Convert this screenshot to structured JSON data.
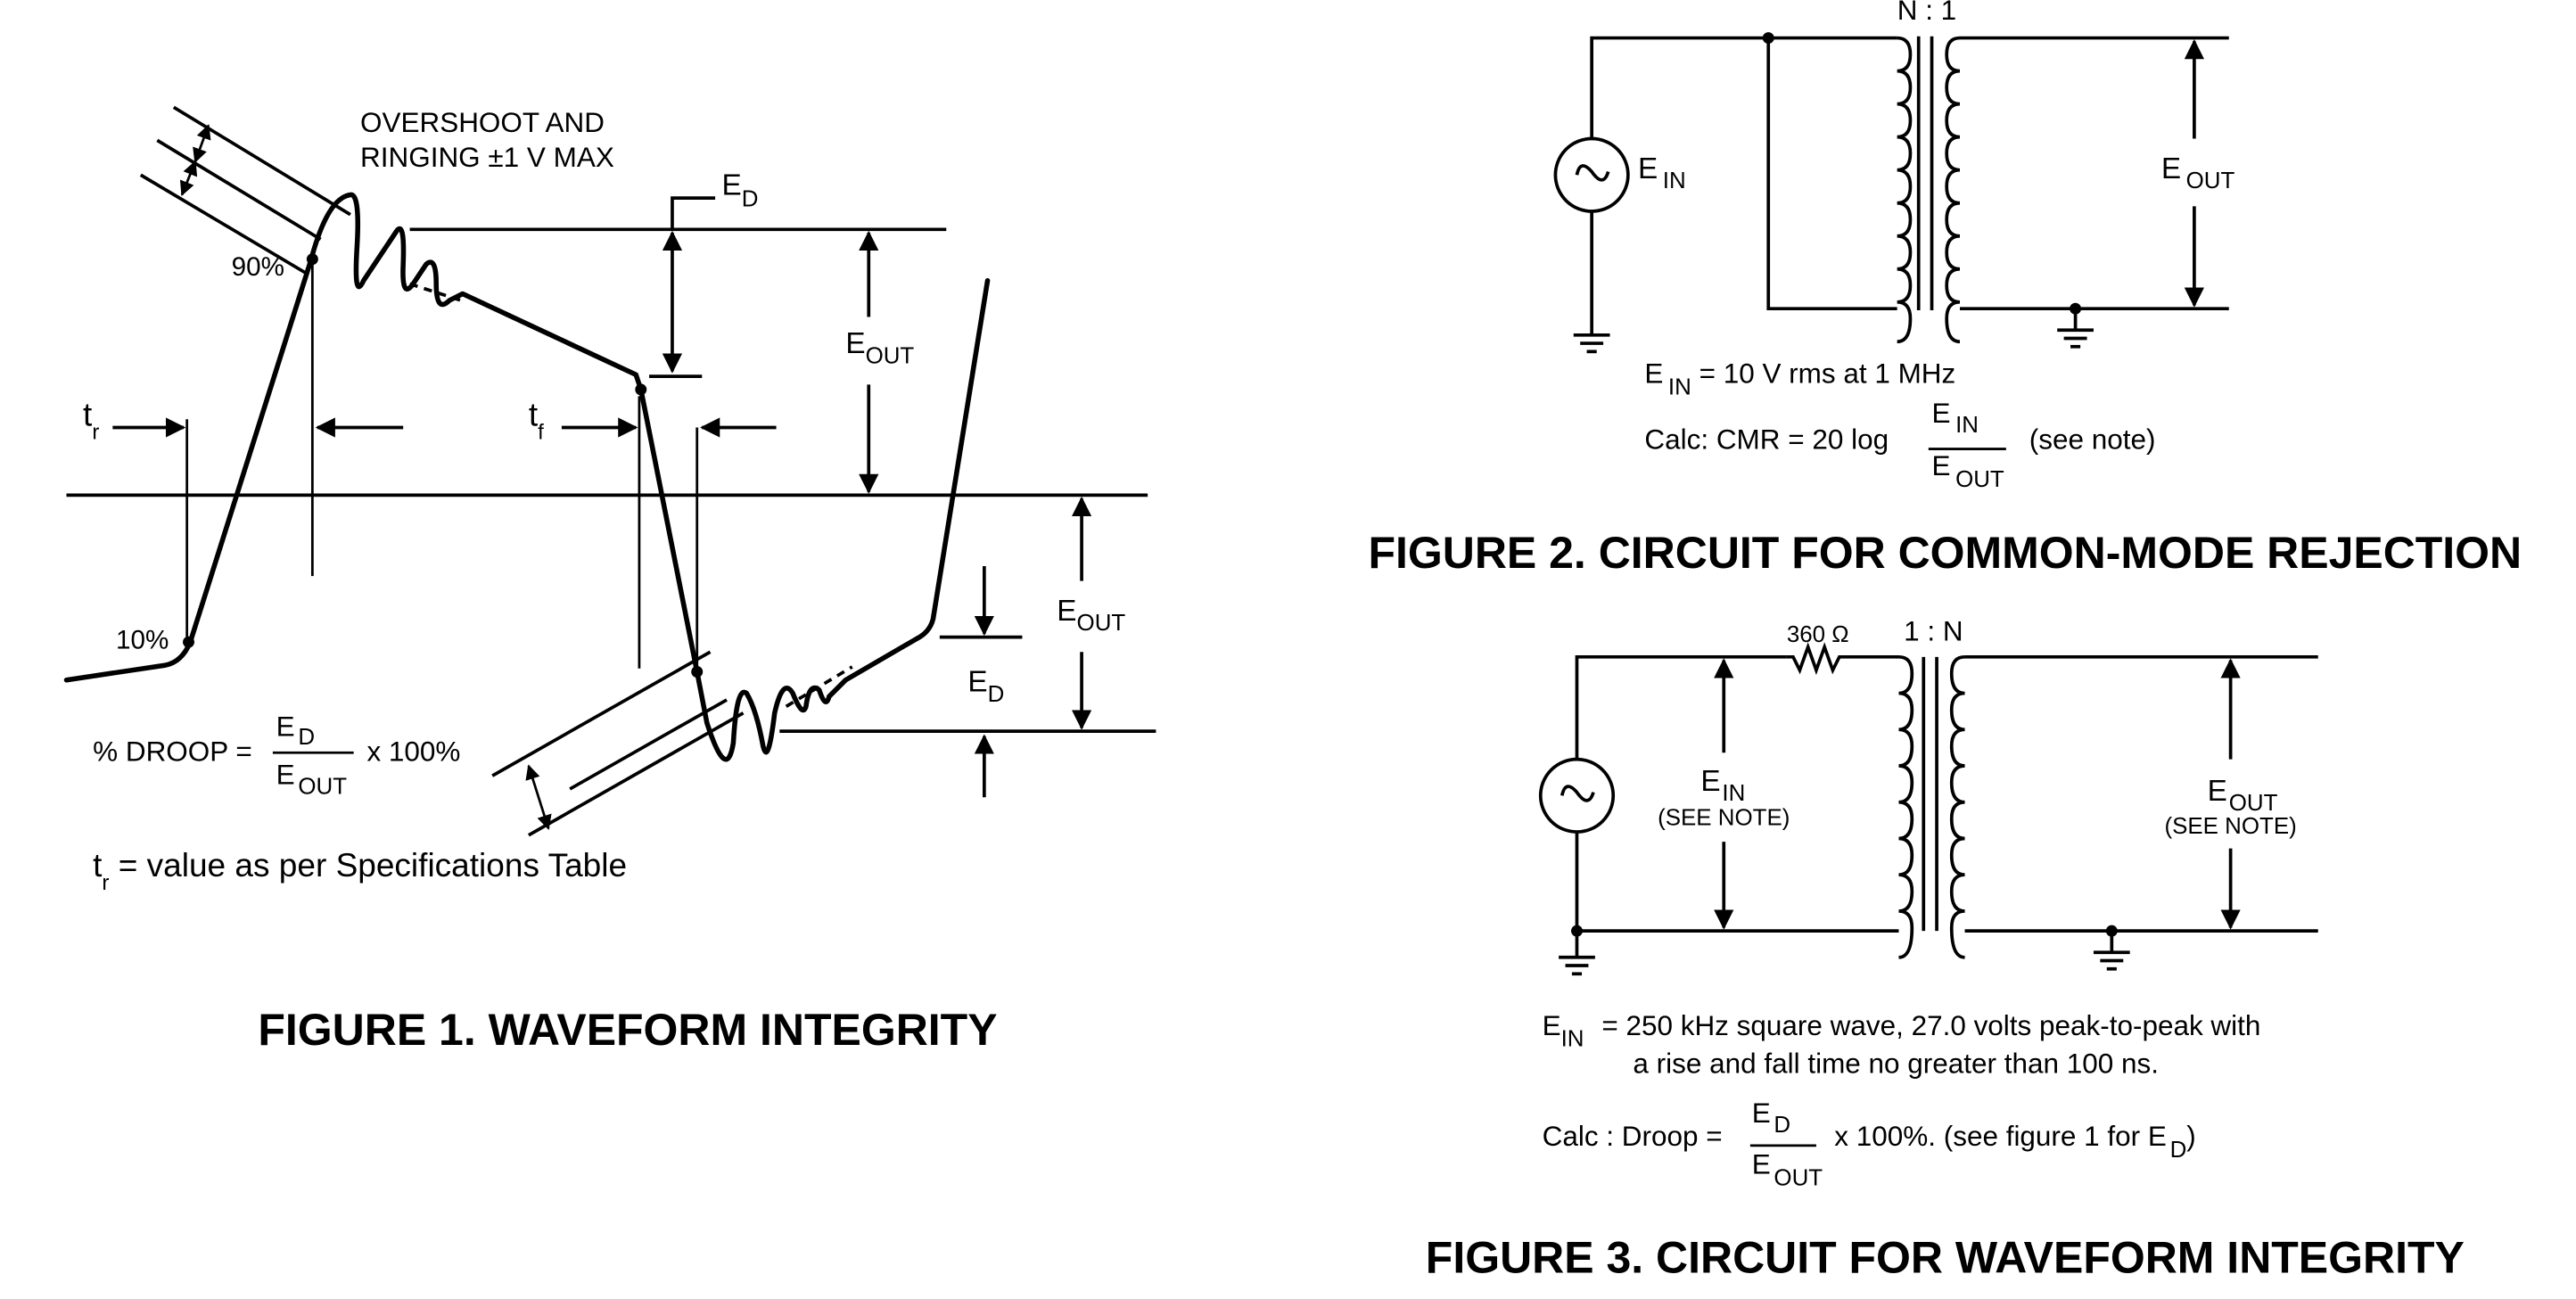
{
  "figure1": {
    "caption": "FIGURE 1. WAVEFORM INTEGRITY",
    "overshoot_label_line1": "OVERSHOOT AND",
    "overshoot_label_line2": "RINGING ±1 V MAX",
    "label_90": "90%",
    "label_10": "10%",
    "tr_main": "t",
    "tr_sub": "r",
    "tf_main": "t",
    "tf_sub": "f",
    "ed_main": "E",
    "ed_sub": "D",
    "eout_main": "E",
    "eout_sub": "OUT",
    "droop_lhs": "% DROOP =",
    "droop_num_main": "E",
    "droop_num_sub": "D",
    "droop_den_main": "E",
    "droop_den_sub": "OUT",
    "droop_rhs": "x 100%",
    "tr_note_main": "t",
    "tr_note_sub": "r",
    "tr_note_text": " = value as per Specifications Table"
  },
  "figure2": {
    "caption": "FIGURE 2. CIRCUIT FOR COMMON-MODE REJECTION",
    "ratio": "N : 1",
    "ein_main": "E",
    "ein_sub": "IN",
    "eout_main": "E",
    "eout_sub": "OUT",
    "note1_main": "E",
    "note1_sub": "IN",
    "note1_text": " = 10 V rms at 1 MHz",
    "calc_lhs": "Calc: CMR =  20 log",
    "calc_num_main": "E",
    "calc_num_sub": "IN",
    "calc_den_main": "E",
    "calc_den_sub": "OUT",
    "calc_rhs": "(see note)"
  },
  "figure3": {
    "caption": "FIGURE 3. CIRCUIT FOR WAVEFORM INTEGRITY",
    "resistor": "360 Ω",
    "ratio": "1 : N",
    "ein_main": "E",
    "ein_sub": "IN",
    "ein_note": "(SEE NOTE)",
    "eout_main": "E",
    "eout_sub": "OUT",
    "eout_note": "(SEE NOTE)",
    "note_main": "E",
    "note_sub": "IN",
    "note_line1": " = 250 kHz square wave, 27.0 volts peak-to-peak with",
    "note_line2": "a rise and fall time no greater than 100 ns.",
    "calc_lhs": "Calc : Droop =",
    "calc_num_main": "E",
    "calc_num_sub": "D",
    "calc_den_main": "E",
    "calc_den_sub": "OUT",
    "calc_rhs": "x 100%. (see figure 1 for E",
    "calc_rhs_sub": "D",
    "calc_rhs_end": ")"
  }
}
